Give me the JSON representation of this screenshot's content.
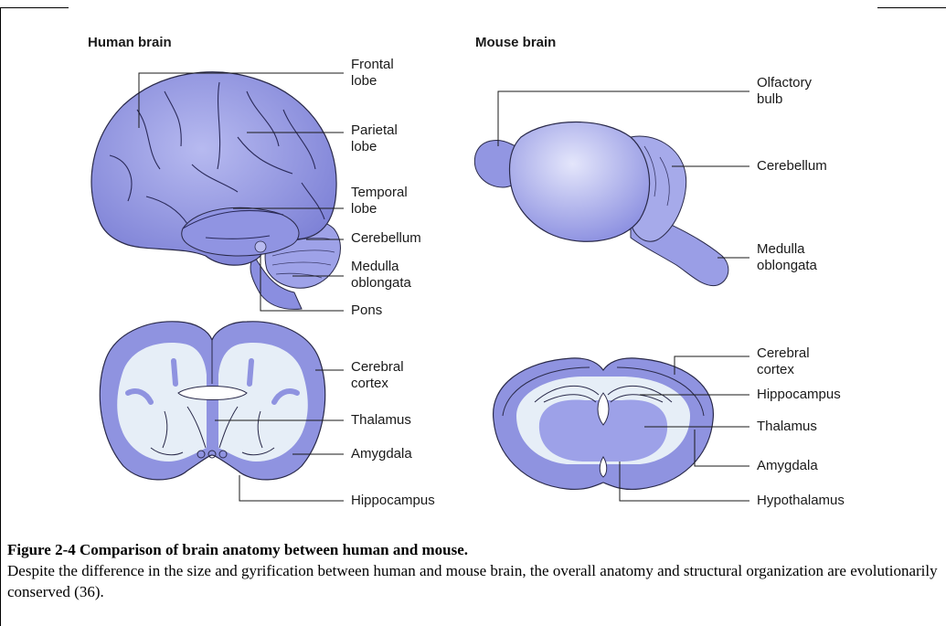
{
  "panels": {
    "human": {
      "title": "Human brain",
      "labels": {
        "frontal": "Frontal\nlobe",
        "parietal": "Parietal\nlobe",
        "temporal": "Temporal\nlobe",
        "cerebellum": "Cerebellum",
        "medulla": "Medulla\noblongata",
        "pons": "Pons",
        "cortex": "Cerebral\ncortex",
        "thalamus": "Thalamus",
        "amygdala": "Amygdala",
        "hippocampus": "Hippocampus"
      }
    },
    "mouse": {
      "title": "Mouse brain",
      "labels": {
        "olfactory": "Olfactory\nbulb",
        "cerebellum": "Cerebellum",
        "medulla": "Medulla\noblongata",
        "cortex": "Cerebral\ncortex",
        "hippocampus": "Hippocampus",
        "thalamus": "Thalamus",
        "amygdala": "Amygdala",
        "hypothalamus": "Hypothalamus"
      }
    }
  },
  "caption": {
    "title": "Figure 2-4 Comparison of brain anatomy between human and mouse.",
    "body": "Despite the difference in the size and gyrification between human and mouse brain, the overall anatomy and structural organization are evolutionarily conserved (36)."
  },
  "colors": {
    "brain_fill": "#8f93e0",
    "brain_light": "#c9ccf3",
    "white_matter": "#e6eef7",
    "outline": "#2a2a4a"
  }
}
